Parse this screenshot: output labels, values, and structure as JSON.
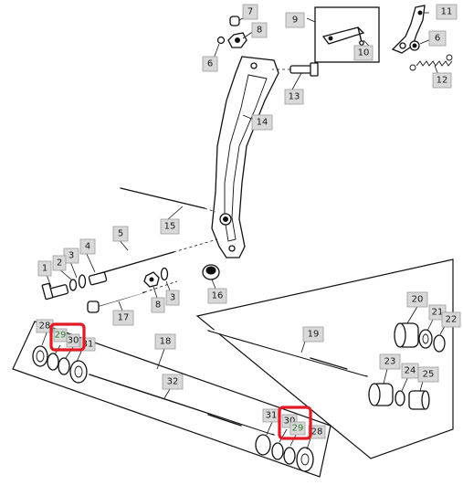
{
  "diagram": {
    "callouts": {
      "c1": "1",
      "c2": "2",
      "c3a": "3",
      "c3b": "3",
      "c4": "4",
      "c5": "5",
      "c6a": "6",
      "c6b": "6",
      "c7": "7",
      "c8a": "8",
      "c8b": "8",
      "c9": "9",
      "c10": "10",
      "c11": "11",
      "c12": "12",
      "c13": "13",
      "c14": "14",
      "c15": "15",
      "c16": "16",
      "c17": "17",
      "c18": "18",
      "c19": "19",
      "c20": "20",
      "c21": "21",
      "c22": "22",
      "c23": "23",
      "c24": "24",
      "c25": "25",
      "c28a": "28",
      "c28b": "28",
      "c29a": "29",
      "c29b": "29",
      "c30a": "30",
      "c30b": "30",
      "c31a": "31",
      "c31b": "31",
      "c32": "32"
    },
    "highlight_color": "#e01b24",
    "highlighted_callouts": [
      "29",
      "30"
    ]
  }
}
